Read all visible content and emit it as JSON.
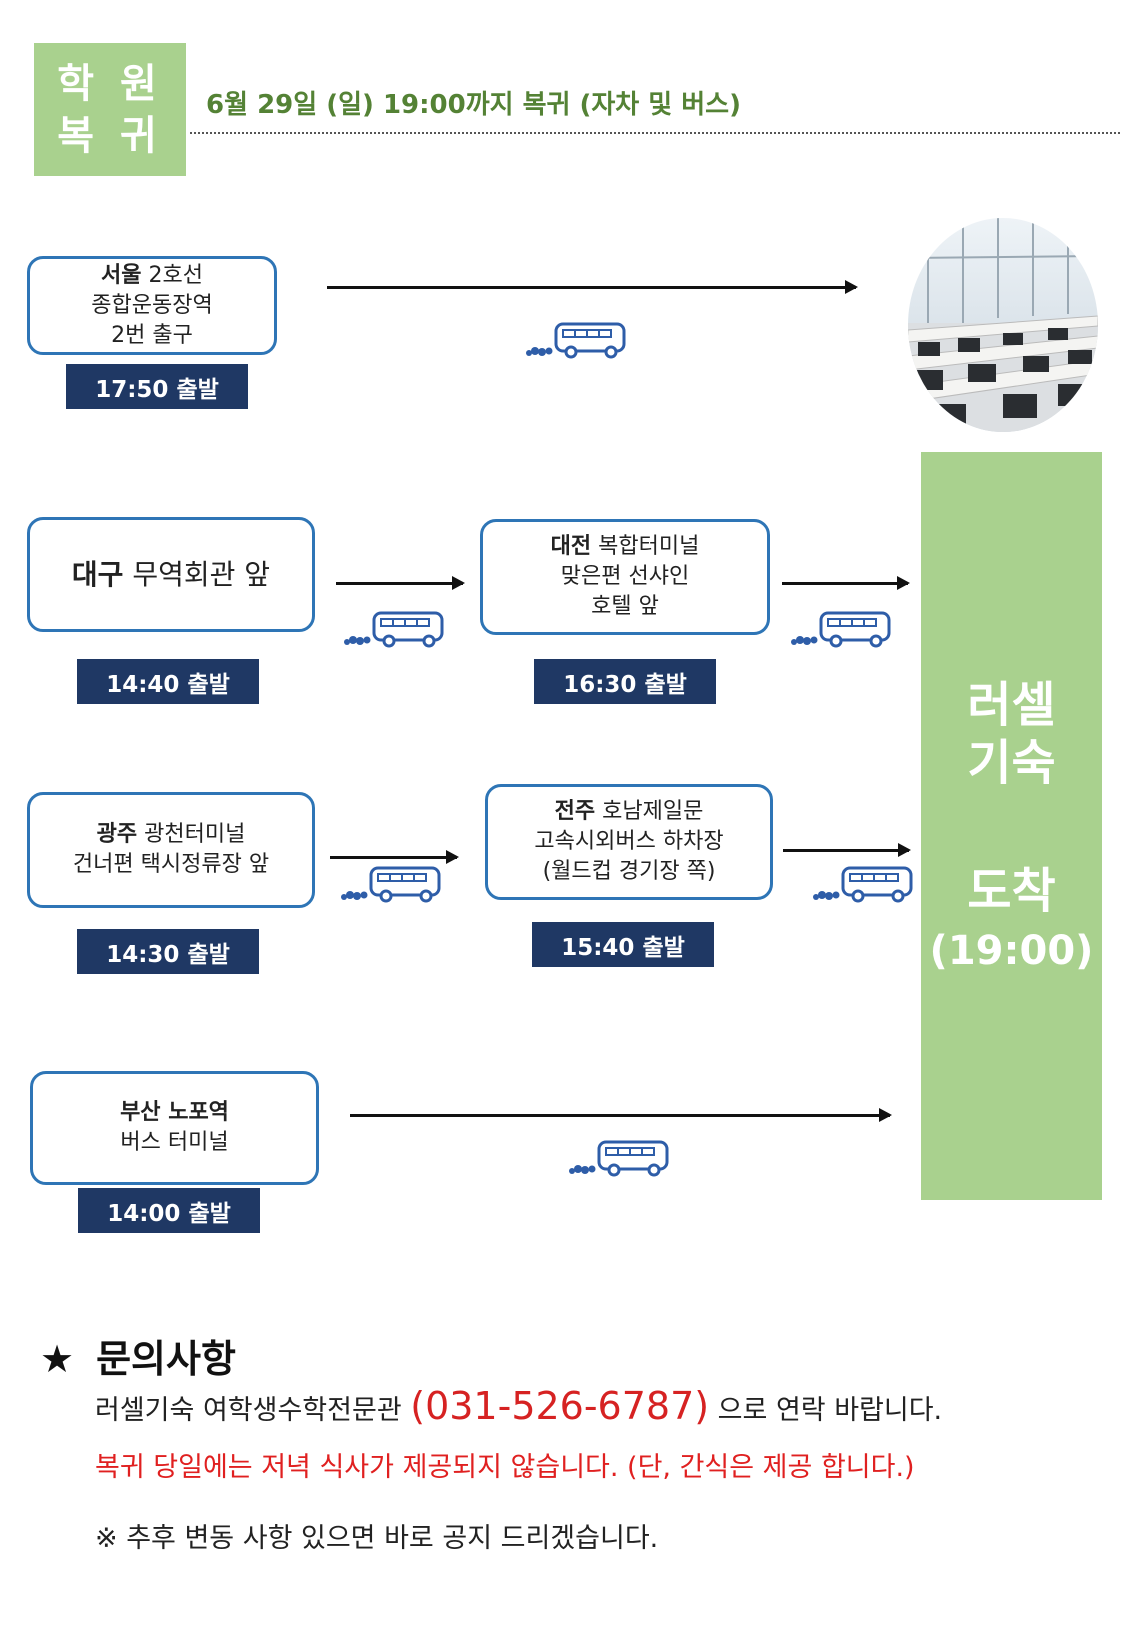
{
  "header": {
    "badge_line1": "학 원",
    "badge_line2": "복 귀",
    "title": "6월 29일 (일) 19:00까지 복귀 (자차 및 버스)"
  },
  "routes": {
    "seoul": {
      "city": "서울",
      "line1_rest": " 2호선",
      "line2": "종합운동장역",
      "line3": "2번 출구",
      "departure": "17:50 출발"
    },
    "daegu": {
      "city": "대구",
      "line1_rest": " 무역회관 앞",
      "departure": "14:40 출발"
    },
    "daejeon": {
      "city": "대전",
      "line1_rest": " 복합터미널",
      "line2": "맞은편 선샤인",
      "line3": "호텔 앞",
      "departure": "16:30 출발"
    },
    "gwangju": {
      "city": "광주",
      "line1_rest": " 광천터미널",
      "line2": "건너편 택시정류장 앞",
      "departure": "14:30 출발"
    },
    "jeonju": {
      "city": "전주",
      "line1_rest": " 호남제일문",
      "line2": "고속시외버스 하차장",
      "line3": "(월드컵 경기장 쪽)",
      "departure": "15:40 출발"
    },
    "busan": {
      "line1": "부산 노포역",
      "line2": "버스 터미널",
      "departure": "14:00 출발"
    }
  },
  "arrival": {
    "name": "러셀\n기숙",
    "label": "도착",
    "time": "(19:00)"
  },
  "inquiry": {
    "star": "★",
    "title": "문의사항",
    "contact_prefix": "러셀기숙 여학생수학전문관 ",
    "phone": "(031-526-6787)",
    "contact_suffix": " 으로 연락 바랍니다.",
    "notice": "복귀 당일에는 저녁 식사가 제공되지 않습니다. (단, 간식은 제공 합니다.)",
    "note": "※ 추후 변동 사항 있으면 바로 공지 드리겠습니다."
  },
  "colors": {
    "green": "#a9d18e",
    "dark_green_text": "#548235",
    "navy": "#1f3864",
    "box_border": "#2e75b6",
    "bus": "#2e5da8",
    "red": "#e02020"
  },
  "icons": [
    "bus-icon",
    "exhaust-icon",
    "classroom-photo"
  ]
}
